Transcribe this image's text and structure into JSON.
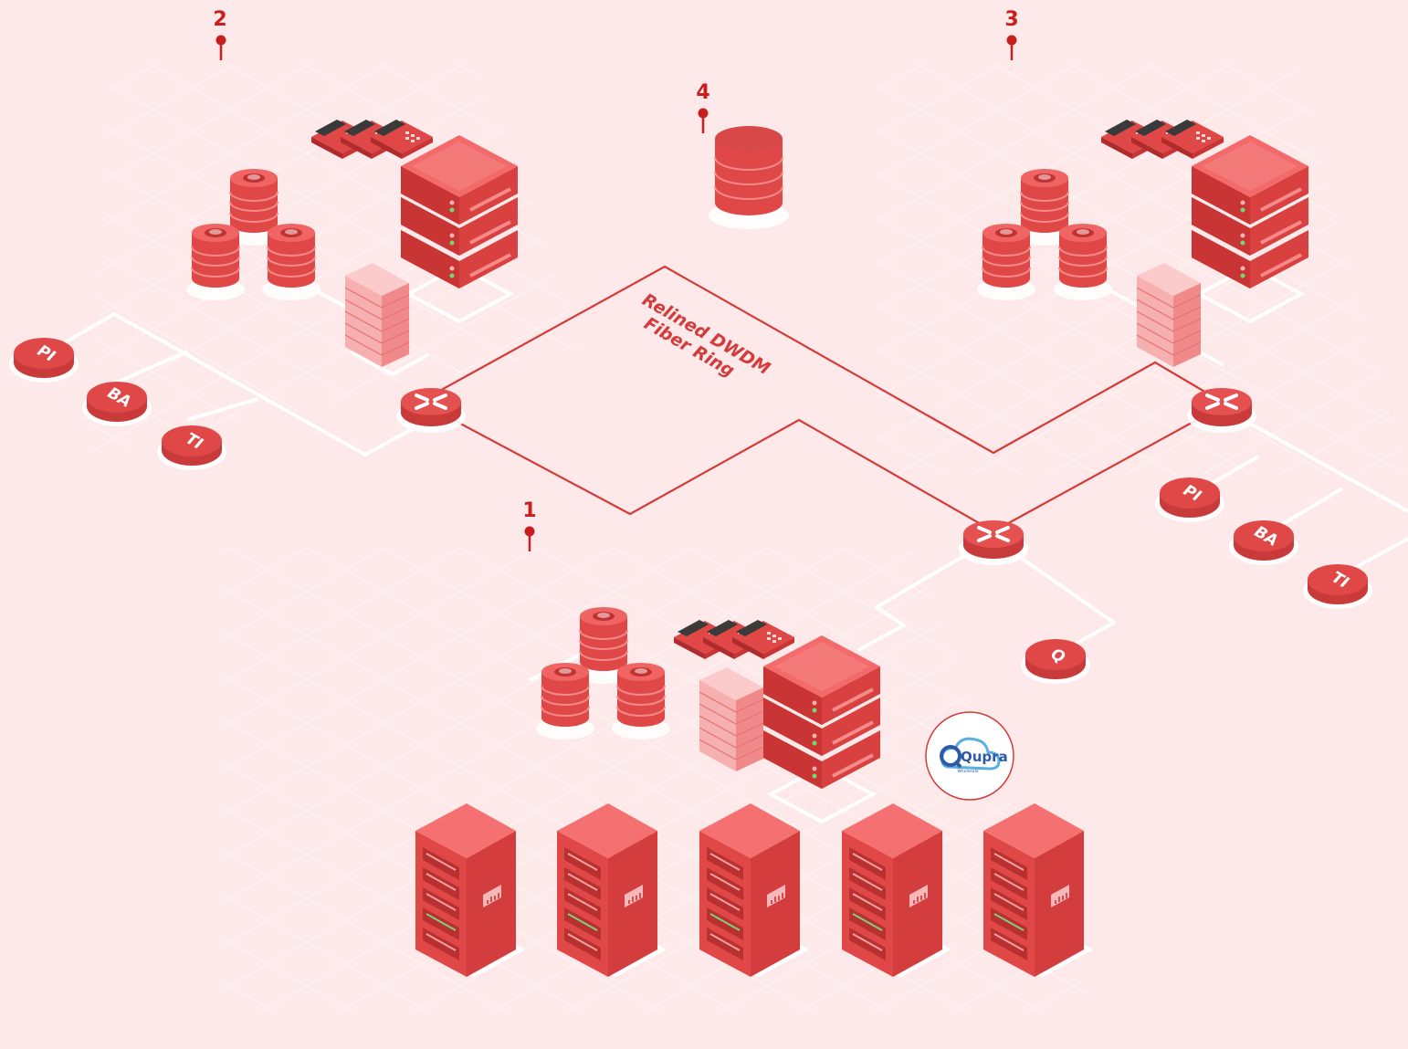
{
  "sites": [
    {
      "id": "site-1",
      "label": "1"
    },
    {
      "id": "site-2",
      "label": "2"
    },
    {
      "id": "site-3",
      "label": "3"
    },
    {
      "id": "site-4",
      "label": "4"
    }
  ],
  "ring": {
    "line1": "Relined DWDM",
    "line2": "Fiber Ring"
  },
  "carriers": {
    "pi": "PI",
    "ba": "BA",
    "ti": "TI",
    "q": "Q"
  },
  "brand": {
    "name": "Qupra",
    "tagline": "Wholesale"
  },
  "colors": {
    "background": "#fde9e9",
    "accent": "#e04848",
    "ring_line": "#d43b3b",
    "connector": "#ffffff",
    "pin": "#c81e1e"
  },
  "icons": [
    "pin-icon",
    "router-icon",
    "server-stack-icon",
    "database-icon",
    "firewall-icon",
    "phone-icon",
    "rack-icon",
    "cloud-logo-icon"
  ]
}
